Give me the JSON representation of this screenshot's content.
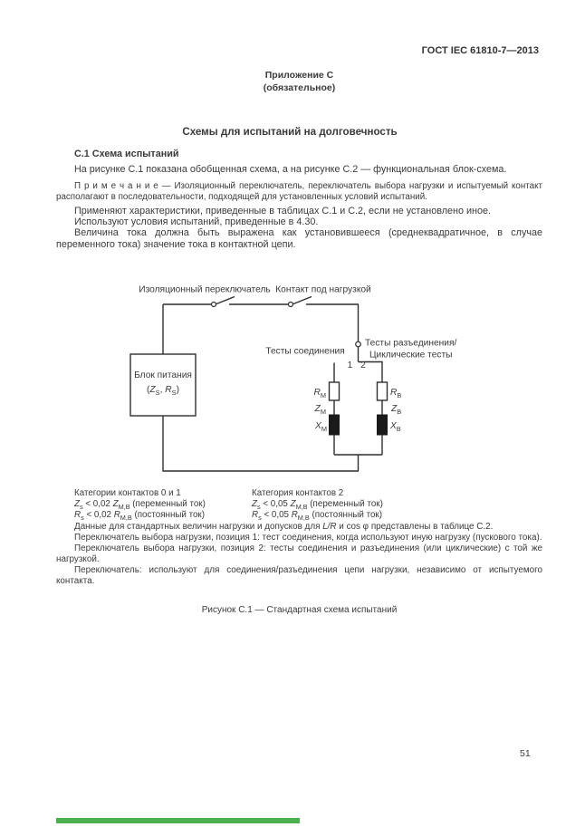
{
  "colors": {
    "text": "#3a3a3a",
    "line": "#2f2f2f",
    "green_bar": "#4caf50"
  },
  "header": {
    "standard": "ГОСТ IEC 61810-7—2013",
    "page_number": "51"
  },
  "appendix": {
    "title": "Приложение С",
    "subtitle": "(обязательное)"
  },
  "doc_title": "Схемы для испытаний на долговечность",
  "section": {
    "heading": "С.1 Схема испытаний",
    "p1": "На рисунке С.1 показана обобщенная схема, а на рисунке С.2 — функциональная блок-схема.",
    "note": "П р и м е ч а н и е — Изоляционный переключатель, переключатель выбора нагрузки и испытуемый контакт располагают в последовательности, подходящей для установленных условий испытаний.",
    "p2": "Применяют характеристики, приведенные в таблицах С.1 и С.2, если не установлено иное.",
    "p3": "Используют условия испытаний, приведенные в 4.30.",
    "p4": "Величина тока должна быть выражена как установившееся (среднеквадратичное, в случае переменного тока) значение тока в контактной цепи."
  },
  "diagram": {
    "isolation_switch_label": "Изоляционный переключатель",
    "contact_under_load_label": "Контакт под нагрузкой",
    "disconnect_tests_label_1": "Тесты разъединения/",
    "disconnect_tests_label_2": "Циклические тесты",
    "connect_tests_label": "Тесты соединения",
    "pos1": "1",
    "pos2": "2",
    "power_supply": {
      "line1": "Блок питания",
      "open": "(",
      "v1": "Z",
      "s1": "S",
      "sep": ", ",
      "v2": "R",
      "s2": "S",
      "close": ")"
    },
    "components": {
      "rm": {
        "v": "R",
        "s": "М"
      },
      "zm": {
        "v": "Z",
        "s": "М"
      },
      "xm": {
        "v": "X",
        "s": "М"
      },
      "rb": {
        "v": "R",
        "s": "В"
      },
      "zb": {
        "v": "Z",
        "s": "В"
      },
      "xb": {
        "v": "X",
        "s": "В"
      }
    }
  },
  "categories": {
    "col1": {
      "title": "Категории контактов 0 и 1",
      "f1": {
        "v1": "Z",
        "s1": "s",
        "mid": " < 0,02 ",
        "v2": "Z",
        "s2": "М,В",
        "tail": " (переменный ток)"
      },
      "f2": {
        "v1": "R",
        "s1": "s",
        "mid": " < 0,02 ",
        "v2": "R",
        "s2": "М,В",
        "tail": " (постоянный ток)"
      }
    },
    "col2": {
      "title": "Категория контактов 2",
      "f1": {
        "v1": "Z",
        "s1": "s",
        "mid": " < 0,05 ",
        "v2": "Z",
        "s2": "М,В",
        "tail": " (переменный ток)"
      },
      "f2": {
        "v1": "R",
        "s1": "s",
        "mid": " < 0,05 ",
        "v2": "R",
        "s2": "М,В",
        "tail": " (постоянный ток)"
      }
    }
  },
  "notes": {
    "lr": {
      "a": "Данные для стандартных величин нагрузки и допусков для ",
      "b": "L/R",
      "c": " и cos φ представлены в таблице С.2."
    },
    "pos1": "Переключатель выбора нагрузки, позиция 1: тест соединения, когда используют иную нагрузку (пускового тока).",
    "pos2": "Переключатель выбора нагрузки, позиция 2: тесты соединения и разъединения (или циклические) с той же нагрузкой.",
    "sw": "Переключатель: используют для соединения/разъединения цепи нагрузки, независимо от испытуемого контакта."
  },
  "caption": "Рисунок С.1 — Стандартная схема испытаний"
}
